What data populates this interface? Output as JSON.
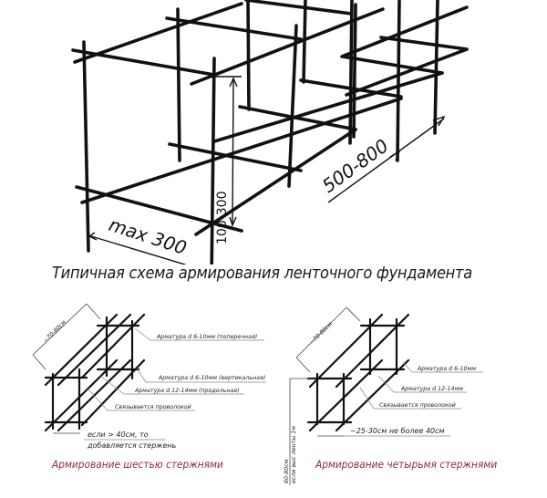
{
  "top_diagram": {
    "dimensions": {
      "width_label": "max 300",
      "height_label": "100-300",
      "spacing_label": "500-800"
    }
  },
  "title": "Типичная схема армирования ленточного фундамента",
  "left_scheme": {
    "width_label": "~70-80см",
    "labels": {
      "transverse": "Арматура d 6-10мм (поперечная)",
      "vertical": "Арматура d 6-10мм (вертикальная)",
      "longitudinal": "Арматура d 12-14мм (продольная)",
      "wire": "Связывается проволокой",
      "note_line1": "если > 40см, то",
      "note_line2": "добавляется стержень"
    },
    "caption": "Армирование шестью стержнями",
    "caption_color": "#8a2e36"
  },
  "right_scheme": {
    "width_label": "~70-80см",
    "height_label_line1": "60-80см",
    "height_label_line2": "если выс ленты 1м",
    "labels": {
      "rebar_small": "Арматура d 6-10мм",
      "rebar_large": "Арматура d 12-14мм",
      "wire": "Связывается проволокой",
      "spacing": "~25-30см не более 40см"
    },
    "caption": "Армирование четырьмя стержнями",
    "caption_color": "#8a2e36"
  }
}
